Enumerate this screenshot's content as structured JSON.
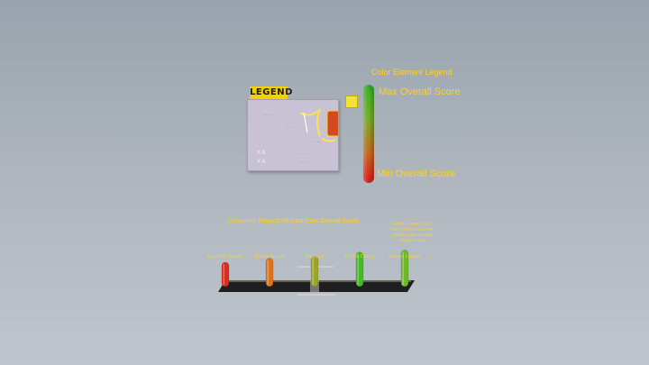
{
  "legend_card": {
    "badge": "LEGEND",
    "x_axis_label": "X A",
    "y_axis_label": "Y A"
  },
  "color_legend": {
    "title": "Color Element Legend",
    "max_label": "Max Overall Score",
    "min_label": "Min Overall Score",
    "colors": {
      "max": "#35b52a",
      "mid": "#c76a24",
      "min": "#e41b1b"
    }
  },
  "annotation": {
    "text": "Subaru Legacy has the highest consumer reports score among midsize cars"
  },
  "chart_data": {
    "type": "bar",
    "title": "Consumer Reports Midsize Cars Overall Score",
    "categories": [
      "Hyundai Sonata",
      "Honda Accord",
      "Mazda 6",
      "Toyota Camry",
      "Subaru Legacy"
    ],
    "values": [
      60,
      70,
      75,
      85,
      90
    ],
    "colors": [
      "#e02a1c",
      "#d9731f",
      "#9aa52a",
      "#47b82c",
      "#6fb82c"
    ],
    "ylim": [
      0,
      100
    ]
  }
}
